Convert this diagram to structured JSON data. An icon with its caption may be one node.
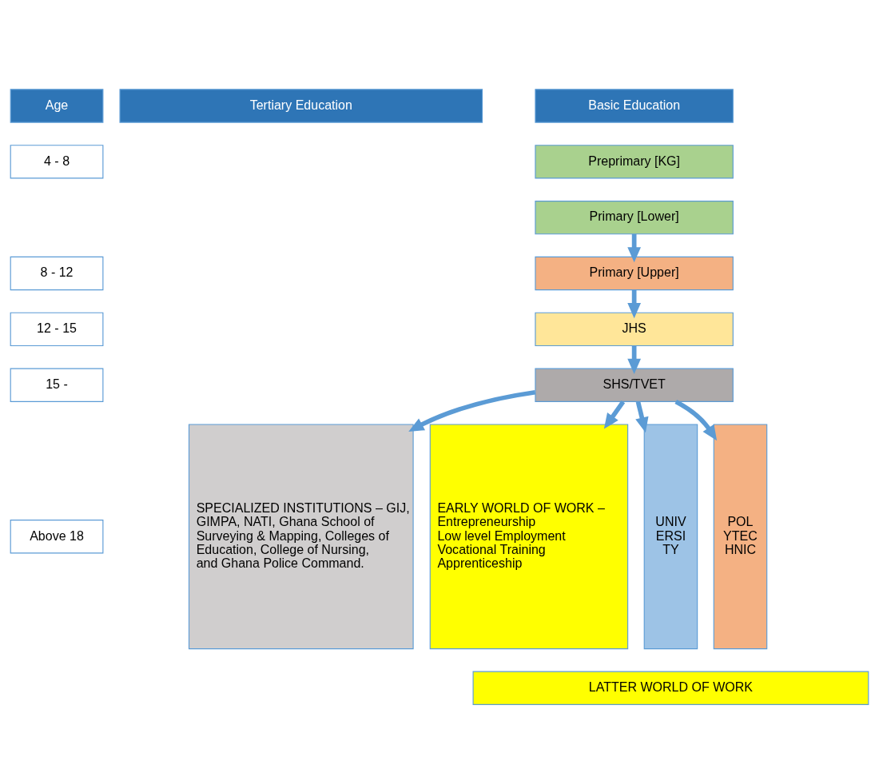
{
  "diagram": {
    "nodes": [
      {
        "text": [
          "Age"
        ]
      },
      {
        "text": [
          "Basic Education"
        ]
      },
      {
        "text": [
          "Tertiary Education"
        ]
      },
      {
        "text": [
          "4 - 8"
        ]
      },
      {
        "text": [
          "Preprimary [KG]"
        ]
      },
      {
        "text": [
          "Primary [Lower]"
        ]
      },
      {
        "text": [
          "8 - 12"
        ]
      },
      {
        "text": [
          "Primary [Upper]"
        ]
      },
      {
        "text": [
          "12 - 15"
        ]
      },
      {
        "text": [
          "JHS"
        ]
      },
      {
        "text": [
          "15 -"
        ]
      },
      {
        "text": [
          "SHS/TVET"
        ]
      },
      {
        "text": [
          "Above 18"
        ]
      },
      {
        "text": [
          "EARLY WORLD OF WORK –",
          "Entrepreneurship",
          "Low level Employment",
          "Vocational Training",
          "Apprenticeship"
        ]
      },
      {
        "text": [
          "UNIV ERSI TY"
        ]
      },
      {
        "text": [
          "POL YTEC HNIC"
        ]
      },
      {
        "text": [
          "SPECIALIZED INSTITUTIONS – GIJ, GIMPA, NATI, Ghana School of Surveying & Mapping, Colleges of Education, College of Nursing, and Ghana Police Command."
        ]
      },
      {
        "text": [
          "LATTER WORLD OF WORK"
        ]
      }
    ],
    "edges": [
      {
        "from": 5,
        "to": 7,
        "arrow": "to"
      },
      {
        "from": 7,
        "to": 9,
        "arrow": "to"
      },
      {
        "from": 9,
        "to": 11,
        "arrow": "to"
      },
      {
        "from": 11,
        "to": 13,
        "arrow": "to"
      },
      {
        "from": 11,
        "to": 14,
        "arrow": "to"
      },
      {
        "from": 11,
        "to": 15,
        "arrow": "to"
      },
      {
        "from": 11,
        "to": 16,
        "arrow": "to"
      }
    ]
  }
}
